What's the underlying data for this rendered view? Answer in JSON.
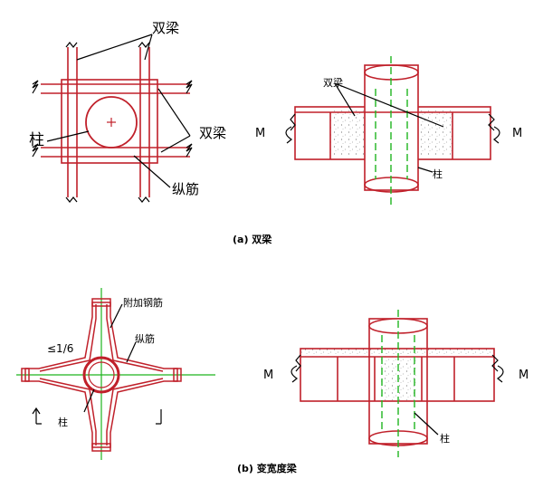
{
  "labels": {
    "double_beam_top": "双梁",
    "double_beam_right": "双梁",
    "column_a_plan": "柱",
    "longitudinal_bar_a": "纵筋",
    "double_beam_elev": "双梁",
    "column_a_elev": "柱",
    "moment_left_a": "M",
    "moment_right_a": "M",
    "caption_a": "(a) 双梁",
    "additional_bar": "附加钢筋",
    "longitudinal_bar_b": "纵筋",
    "slope_ratio": "≤1/6",
    "column_b_plan": "柱",
    "column_b_elev": "柱",
    "moment_left_b": "M",
    "moment_right_b": "M",
    "caption_b": "(b) 变宽度梁"
  },
  "colors": {
    "beam_line": "#c0202a",
    "center_line": "#1fb51f",
    "ink": "#000000"
  }
}
